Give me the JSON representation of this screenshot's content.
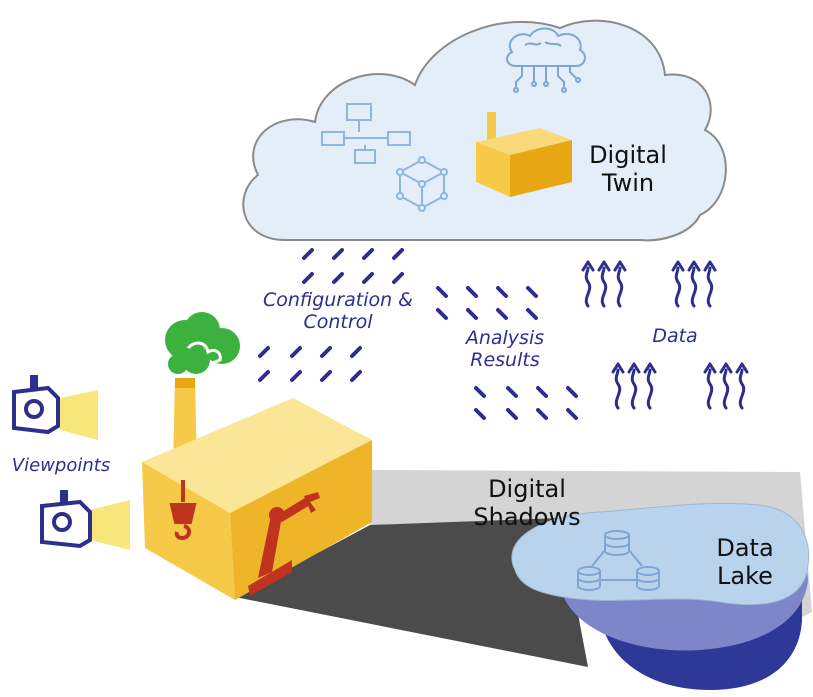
{
  "labels": {
    "digital_twin": [
      "Digital",
      "Twin"
    ],
    "config_control": [
      "Configuration &",
      "Control"
    ],
    "analysis_results": [
      "Analysis",
      "Results"
    ],
    "data": "Data",
    "viewpoints": "Viewpoints",
    "digital_shadows": [
      "Digital",
      "Shadows"
    ],
    "data_lake": [
      "Data",
      "Lake"
    ]
  },
  "colors": {
    "cloud_fill": "#e4eef8",
    "cloud_stroke": "#8a8a8a",
    "factory_yellow": "#f7c948",
    "factory_dark": "#e7a814",
    "smoke_green": "#3db13d",
    "robot_red": "#c0331f",
    "shadow_light": "#d3d3d3",
    "shadow_dark": "#4a4a4a",
    "lake_light": "#b9d3ec",
    "lake_mid": "#7d86c9",
    "lake_dark": "#2d3897",
    "arrow_navy": "#2e2e8f",
    "icon_blue": "#8fb6de"
  },
  "icons": [
    "brain-circuit-icon",
    "flowchart-icon",
    "cube-icon",
    "factory-icon",
    "database-icon",
    "projector-icon",
    "robot-arm-icon",
    "crane-hook-icon"
  ]
}
